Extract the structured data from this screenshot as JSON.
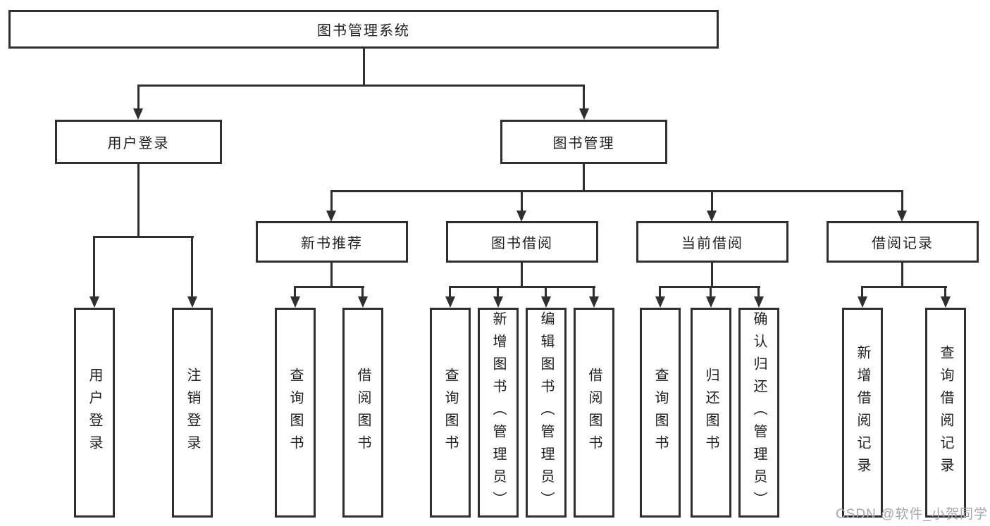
{
  "colors": {
    "line": "#2f2f2f",
    "text": "#1f1f1f",
    "background": "#ffffff",
    "watermark": "#a3a8b0"
  },
  "root": {
    "label": "图书管理系统"
  },
  "branches": [
    {
      "label": "用户登录"
    },
    {
      "label": "图书管理"
    }
  ],
  "modules": [
    {
      "label": "新书推荐"
    },
    {
      "label": "图书借阅"
    },
    {
      "label": "当前借阅"
    },
    {
      "label": "借阅记录"
    }
  ],
  "leaves": [
    {
      "label": "用户登录"
    },
    {
      "label": "注销登录"
    },
    {
      "label": "查询图书"
    },
    {
      "label": "借阅图书"
    },
    {
      "label": "查询图书"
    },
    {
      "label": "新增图书（管理员）"
    },
    {
      "label": "编辑图书（管理员）"
    },
    {
      "label": "借阅图书"
    },
    {
      "label": "查询图书"
    },
    {
      "label": "归还图书"
    },
    {
      "label": "确认归还（管理员）"
    },
    {
      "label": "新增借阅记录"
    },
    {
      "label": "查询借阅记录"
    }
  ],
  "watermark": {
    "text": "CSDN @软件_小贺同学"
  }
}
